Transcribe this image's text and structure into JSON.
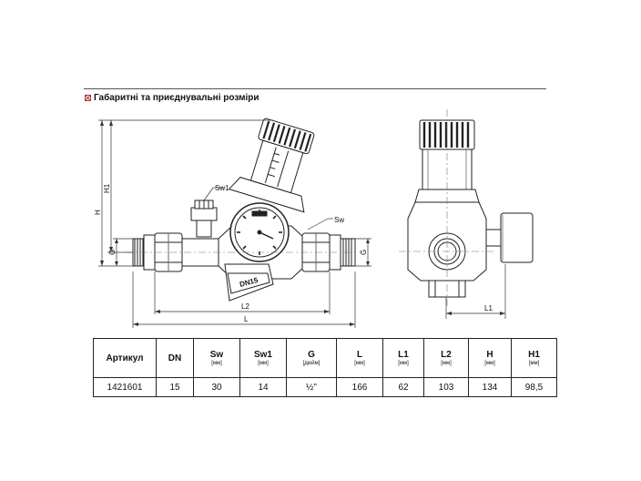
{
  "heading": "Габаритні та приєднувальні розміри",
  "drawing_labels": {
    "sw1": "Sw1",
    "sw": "Sw",
    "h": "H",
    "h1": "H1",
    "g_left": "G",
    "g_right": "G",
    "l": "L",
    "l2": "L2",
    "l1": "L1",
    "dn_mark": "DN15"
  },
  "table": {
    "columns": [
      {
        "name": "Артикул",
        "unit": ""
      },
      {
        "name": "DN",
        "unit": ""
      },
      {
        "name": "Sw",
        "unit": "[мм]"
      },
      {
        "name": "Sw1",
        "unit": "[мм]"
      },
      {
        "name": "G",
        "unit": "[дюйм]"
      },
      {
        "name": "L",
        "unit": "[мм]"
      },
      {
        "name": "L1",
        "unit": "[мм]"
      },
      {
        "name": "L2",
        "unit": "[мм]"
      },
      {
        "name": "H",
        "unit": "[мм]"
      },
      {
        "name": "H1",
        "unit": "[мм]"
      }
    ],
    "rows": [
      [
        "1421601",
        "15",
        "30",
        "14",
        "½\"",
        "166",
        "62",
        "103",
        "134",
        "98,5"
      ]
    ]
  }
}
